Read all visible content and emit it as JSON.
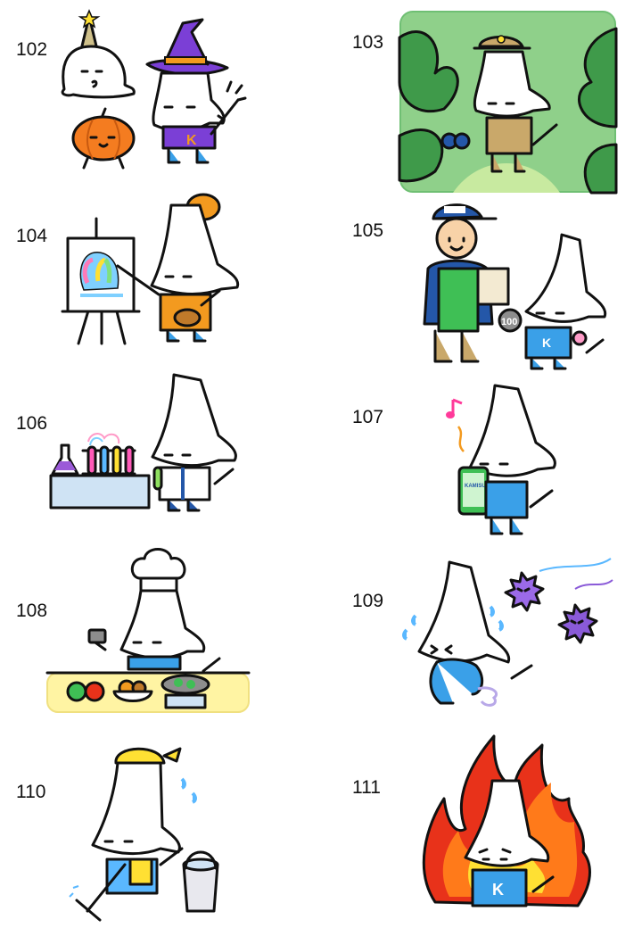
{
  "stickers": [
    {
      "number": "102",
      "theme": "halloween"
    },
    {
      "number": "103",
      "theme": "explorer"
    },
    {
      "number": "104",
      "theme": "painter"
    },
    {
      "number": "105",
      "theme": "shopping"
    },
    {
      "number": "106",
      "theme": "scientist"
    },
    {
      "number": "107",
      "theme": "smartphone"
    },
    {
      "number": "108",
      "theme": "cook"
    },
    {
      "number": "109",
      "theme": "germs"
    },
    {
      "number": "110",
      "theme": "cleaning"
    },
    {
      "number": "111",
      "theme": "fire"
    }
  ],
  "texts": {
    "shirt_letter": "K",
    "coin_value": "100",
    "phone_text": "KAMISU CITY"
  },
  "colors": {
    "witch_hat": "#7b3fd6",
    "pumpkin": "#f47c20",
    "jungle_bg": "#6fbf73",
    "beret": "#f39a1f",
    "apron_green": "#3fbf55",
    "cap_blue": "#2457a8",
    "mascot_body": "#3aa0e8",
    "chef_counter": "#fff4a3",
    "germ_purple": "#8a5ad8",
    "bandana_yellow": "#ffe033",
    "flame_orange": "#ff7a1a",
    "flame_red": "#e8321a",
    "arrow_red": "#d42020"
  }
}
